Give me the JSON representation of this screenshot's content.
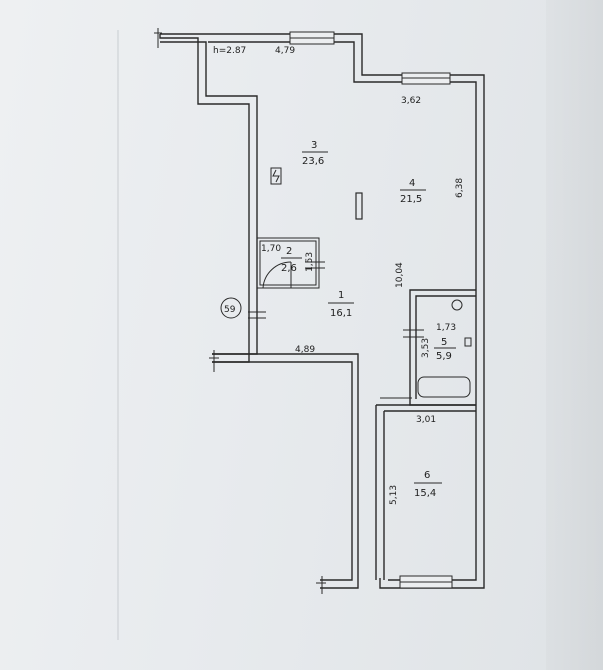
{
  "plan": {
    "height_label": "h=2.87",
    "floor_number": "59",
    "dimensions": {
      "top_wall": "4,79",
      "room4_width": "3,62",
      "room4_height": "6,38",
      "bath_width": "1,70",
      "bath_height": "1,53",
      "corridor_length": "10,04",
      "wc_width": "1,73",
      "wc_height": "3,53",
      "hall_width": "4,89",
      "room6_width": "3,01",
      "room6_height": "5,13"
    },
    "rooms": [
      {
        "number": "1",
        "area": "16,1"
      },
      {
        "number": "2",
        "area": "2,6"
      },
      {
        "number": "3",
        "area": "23,6"
      },
      {
        "number": "4",
        "area": "21,5"
      },
      {
        "number": "5",
        "area": "5,9"
      },
      {
        "number": "6",
        "area": "15,4"
      }
    ]
  }
}
